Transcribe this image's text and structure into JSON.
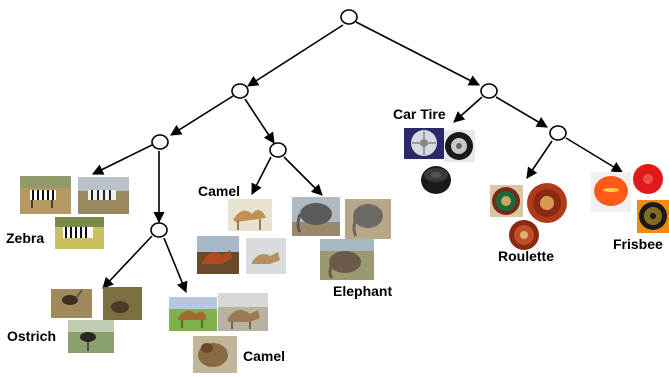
{
  "labels": {
    "zebra": "Zebra",
    "ostrich": "Ostrich",
    "camel_upper": "Camel",
    "elephant": "Elephant",
    "camel_lower": "Camel",
    "car_tire": "Car Tire",
    "roulette": "Roulette",
    "frisbee": "Frisbee"
  },
  "colors": {
    "line": "#000000",
    "node_fill": "#ffffff"
  }
}
